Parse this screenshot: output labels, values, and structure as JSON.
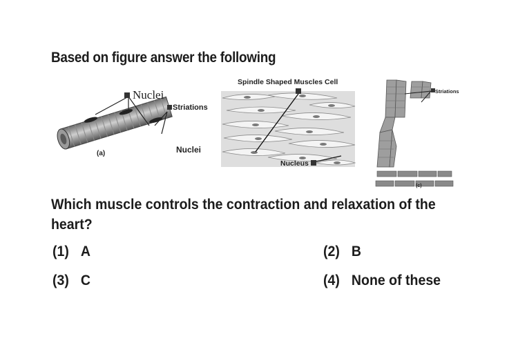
{
  "instruction": "Based on figure answer the following",
  "figures": {
    "a": {
      "nuclei_top": "Nuclei",
      "striations": "Striations",
      "nuclei_bottom": "Nuclei",
      "caption": "(a)"
    },
    "b": {
      "title": "Spindle Shaped Muscles Cell",
      "nucleus": "Nucleus"
    },
    "c": {
      "striations": "Striations",
      "caption": "(c)"
    }
  },
  "question": "Which muscle controls the contraction and relaxation of the heart?",
  "options": [
    {
      "num": "(1)",
      "text": "A"
    },
    {
      "num": "(2)",
      "text": "B"
    },
    {
      "num": "(3)",
      "text": "C"
    },
    {
      "num": "(4)",
      "text": "None of these"
    }
  ]
}
